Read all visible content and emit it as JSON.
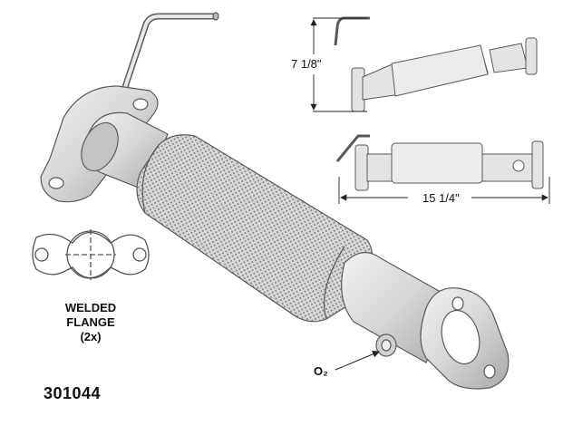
{
  "dimensions": {
    "height": "7 1/8\"",
    "length": "15 1/4\""
  },
  "flange_note": {
    "line1": "WELDED",
    "line2": "FLANGE",
    "line3": "(2x)"
  },
  "sensor_label": "O₂",
  "part_number": "301044",
  "colors": {
    "outline": "#5a5a5a",
    "metal_light": "#e6e6e6",
    "metal_mid": "#c9c9c9",
    "metal_dark": "#9a9a9a",
    "mesh": "#8a8a8a"
  }
}
